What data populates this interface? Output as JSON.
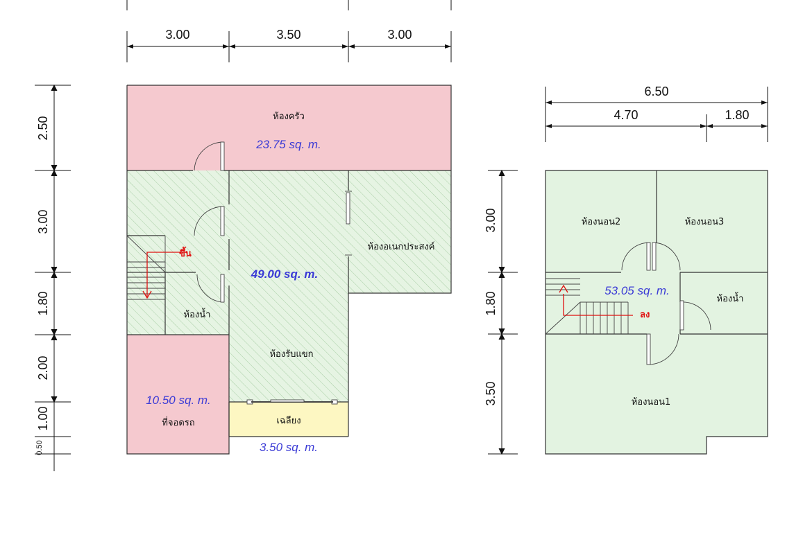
{
  "ground_floor": {
    "dims_top": [
      "3.00",
      "3.50",
      "3.00"
    ],
    "dims_left": [
      "2.50",
      "3.00",
      "1.80",
      "2.00",
      "1.00",
      "0.50"
    ],
    "rooms": {
      "kitchen": "ห้องครัว",
      "multipurpose": "ห้องอเนกประสงค์",
      "bathroom": "ห้องน้ำ",
      "living": "ห้องรับแขก",
      "carport": "ที่จอดรถ",
      "porch": "เฉลียง"
    },
    "areas": {
      "kitchen": "23.75 sq. m.",
      "main": "49.00 sq. m.",
      "carport": "10.50 sq. m.",
      "porch": "3.50 sq. m."
    },
    "stair_label": "ขึ้น"
  },
  "upper_floor": {
    "dim_total": "6.50",
    "dims_top": [
      "4.70",
      "1.80"
    ],
    "dims_left": [
      "3.00",
      "1.80",
      "3.50"
    ],
    "rooms": {
      "bedroom2": "ห้องนอน2",
      "bedroom3": "ห้องนอน3",
      "bathroom": "ห้องน้ำ",
      "bedroom1": "ห้องนอน1"
    },
    "areas": {
      "main": "53.05 sq. m."
    },
    "stair_label": "ลง"
  },
  "colors": {
    "pink": "#f5c9cf",
    "green": "#e3f3e1",
    "yellow": "#fdf7c2",
    "area_text": "#3b3bd6",
    "stair_arrow": "#e01010"
  }
}
